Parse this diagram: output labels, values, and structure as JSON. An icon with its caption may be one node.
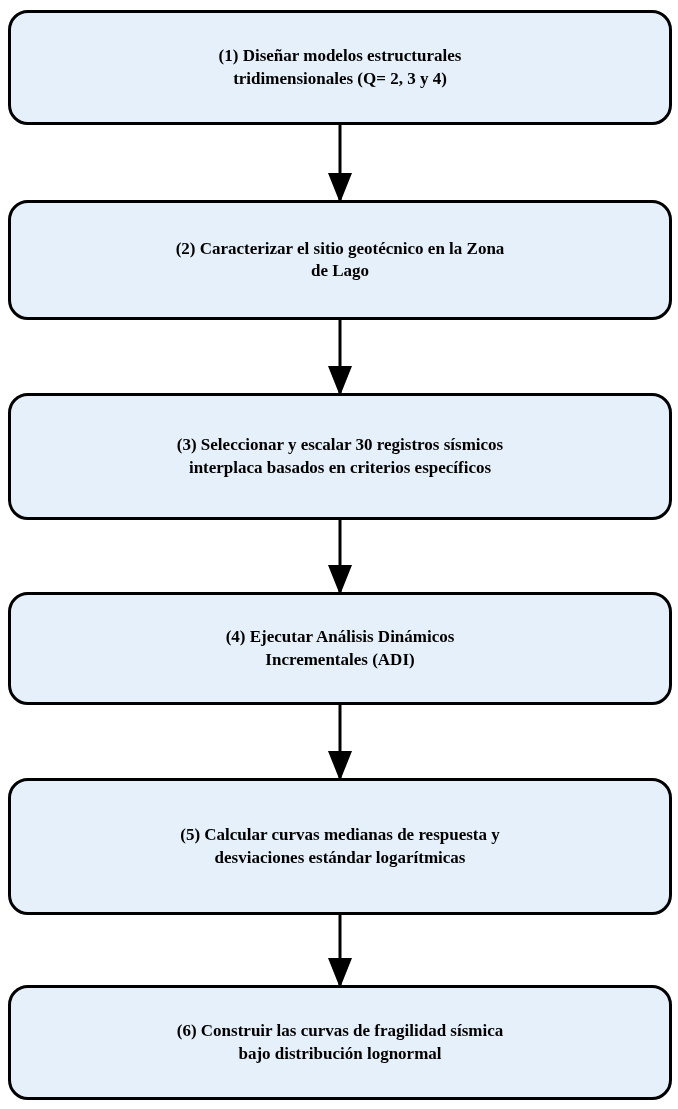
{
  "diagram": {
    "nodes": [
      {
        "text": [
          "(1) Diseñar modelos estructurales tridimensionales (Q= 2, 3 y 4)"
        ]
      },
      {
        "text": [
          "(2) Caracterizar el sitio geotécnico en la Zona de Lago"
        ]
      },
      {
        "text": [
          "(3) Seleccionar y escalar 30 registros sísmicos interplaca basados en criterios específicos"
        ]
      },
      {
        "text": [
          "(4) Ejecutar Análisis Dinámicos Incrementales (ADI)"
        ]
      },
      {
        "text": [
          "(5) Calcular curvas medianas de respuesta y desviaciones estándar logarítmicas"
        ]
      },
      {
        "text": [
          "(6) Construir las curvas de fragilidad sísmica bajo distribución lognormal"
        ]
      }
    ],
    "edges": [
      {
        "from": 0,
        "to": 1,
        "arrow": "to"
      },
      {
        "from": 1,
        "to": 2,
        "arrow": "to"
      },
      {
        "from": 2,
        "to": 3,
        "arrow": "to"
      },
      {
        "from": 3,
        "to": 4,
        "arrow": "to"
      },
      {
        "from": 4,
        "to": 5,
        "arrow": "to"
      }
    ]
  }
}
